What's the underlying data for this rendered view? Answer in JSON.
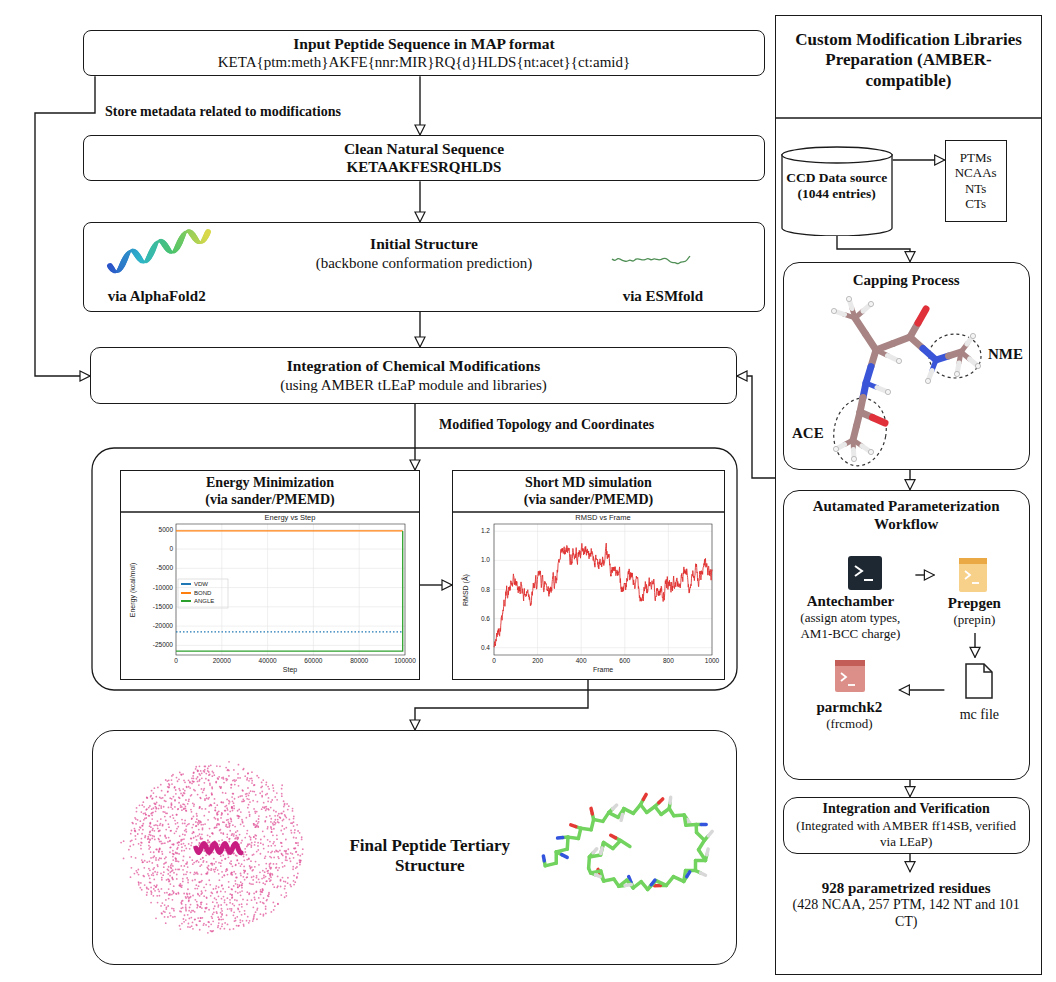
{
  "diagram": {
    "nodes": [
      {
        "text": [
          "Input Peptide Sequence in MAP format",
          "KETA{ptm:meth}AKFE{nnr:MIR}RQ{d}HLDS{nt:acet}{ct:amid}"
        ]
      },
      {
        "text": [
          "Clean Natural Sequence",
          "KETAAKFESRQHLDS"
        ]
      },
      {
        "text": [
          "Initial Structure",
          "(backbone conformation prediction)",
          "via AlphaFold2",
          "via ESMfold"
        ]
      },
      {
        "text": [
          "Integration of Chemical Modifications",
          "(using AMBER tLEaP module and libraries)"
        ]
      },
      {
        "text": [
          "Energy Minimization",
          "(via sander/PMEMD)"
        ]
      },
      {
        "text": [
          "Short MD simulation",
          "(via sander/PMEMD)"
        ]
      },
      {
        "text": [
          "Final Peptide Tertiary Structure"
        ]
      },
      {
        "text": [
          "Custom Modification Libraries Preparation (AMBER-compatible)"
        ]
      },
      {
        "text": [
          "CCD Data source (1044 entries)"
        ],
        "in": 7
      },
      {
        "text": [
          "PTMs",
          "NCAAs",
          "NTs",
          "CTs"
        ],
        "in": 7
      },
      {
        "text": [
          "Capping Process"
        ],
        "in": 7
      },
      {
        "text": [
          "Autamated Parameterization Workflow"
        ],
        "in": 7
      },
      {
        "text": [
          "Antechamber",
          "(assign atom types, AM1-BCC charge)"
        ],
        "in": 11
      },
      {
        "text": [
          "Prepgen",
          "(prepin)"
        ],
        "in": 11
      },
      {
        "text": [
          "mc file"
        ],
        "in": 11
      },
      {
        "text": [
          "parmchk2",
          "(frcmod)"
        ],
        "in": 11
      },
      {
        "text": [
          "Integration and Verification",
          "(Integrated with AMBER ff14SB, verified via LEaP)"
        ],
        "in": 7
      },
      {
        "text": [
          "928 parametrized residues",
          "(428 NCAA, 257 PTM, 142 NT and 101 CT)"
        ],
        "in": 7
      }
    ],
    "edges": [
      {
        "from": 0,
        "to": 1,
        "arrow": "to"
      },
      {
        "from": 0,
        "to": 3,
        "label": "Store metadata related to modifications",
        "arrow": "to"
      },
      {
        "from": 1,
        "to": 2,
        "arrow": "to"
      },
      {
        "from": 2,
        "to": 3,
        "arrow": "to"
      },
      {
        "from": 3,
        "to": 4,
        "label": "Modified Topology and Coordinates",
        "arrow": "to"
      },
      {
        "from": 4,
        "to": 5,
        "arrow": "to"
      },
      {
        "from": 5,
        "to": 6,
        "arrow": "to"
      },
      {
        "from": 8,
        "to": 9,
        "arrow": "to"
      },
      {
        "from": 8,
        "to": 10,
        "arrow": "to"
      },
      {
        "from": 10,
        "to": 11,
        "arrow": "to"
      },
      {
        "from": 12,
        "to": 13,
        "arrow": "to"
      },
      {
        "from": 13,
        "to": 14,
        "arrow": "to"
      },
      {
        "from": 14,
        "to": 15,
        "arrow": "to"
      },
      {
        "from": 11,
        "to": 16,
        "arrow": "to"
      },
      {
        "from": 16,
        "to": 17,
        "arrow": "to"
      },
      {
        "from": 7,
        "to": 3,
        "arrow": "to"
      }
    ],
    "labels": [
      "ACE",
      "NME",
      "Energy vs Step",
      "Energy (kcal/mol)",
      "Step",
      "5000",
      "0",
      "-5000",
      "-10000",
      "-15000",
      "-20000",
      "-25000",
      "0",
      "20000",
      "40000",
      "60000",
      "80000",
      "100000",
      "RMSD vs Frame",
      "RMSD (Å)",
      "Frame",
      "0.4",
      "0.6",
      "0.8",
      "1.0",
      "1.2",
      "0",
      "200",
      "400",
      "600",
      "800",
      "1000"
    ],
    "legend": [
      {
        "text": "VDW",
        "color": "#1f77b4"
      },
      {
        "text": "BOND",
        "color": "#ff7f0e"
      },
      {
        "text": "ANGLE",
        "color": "#2ca02c"
      }
    ]
  }
}
